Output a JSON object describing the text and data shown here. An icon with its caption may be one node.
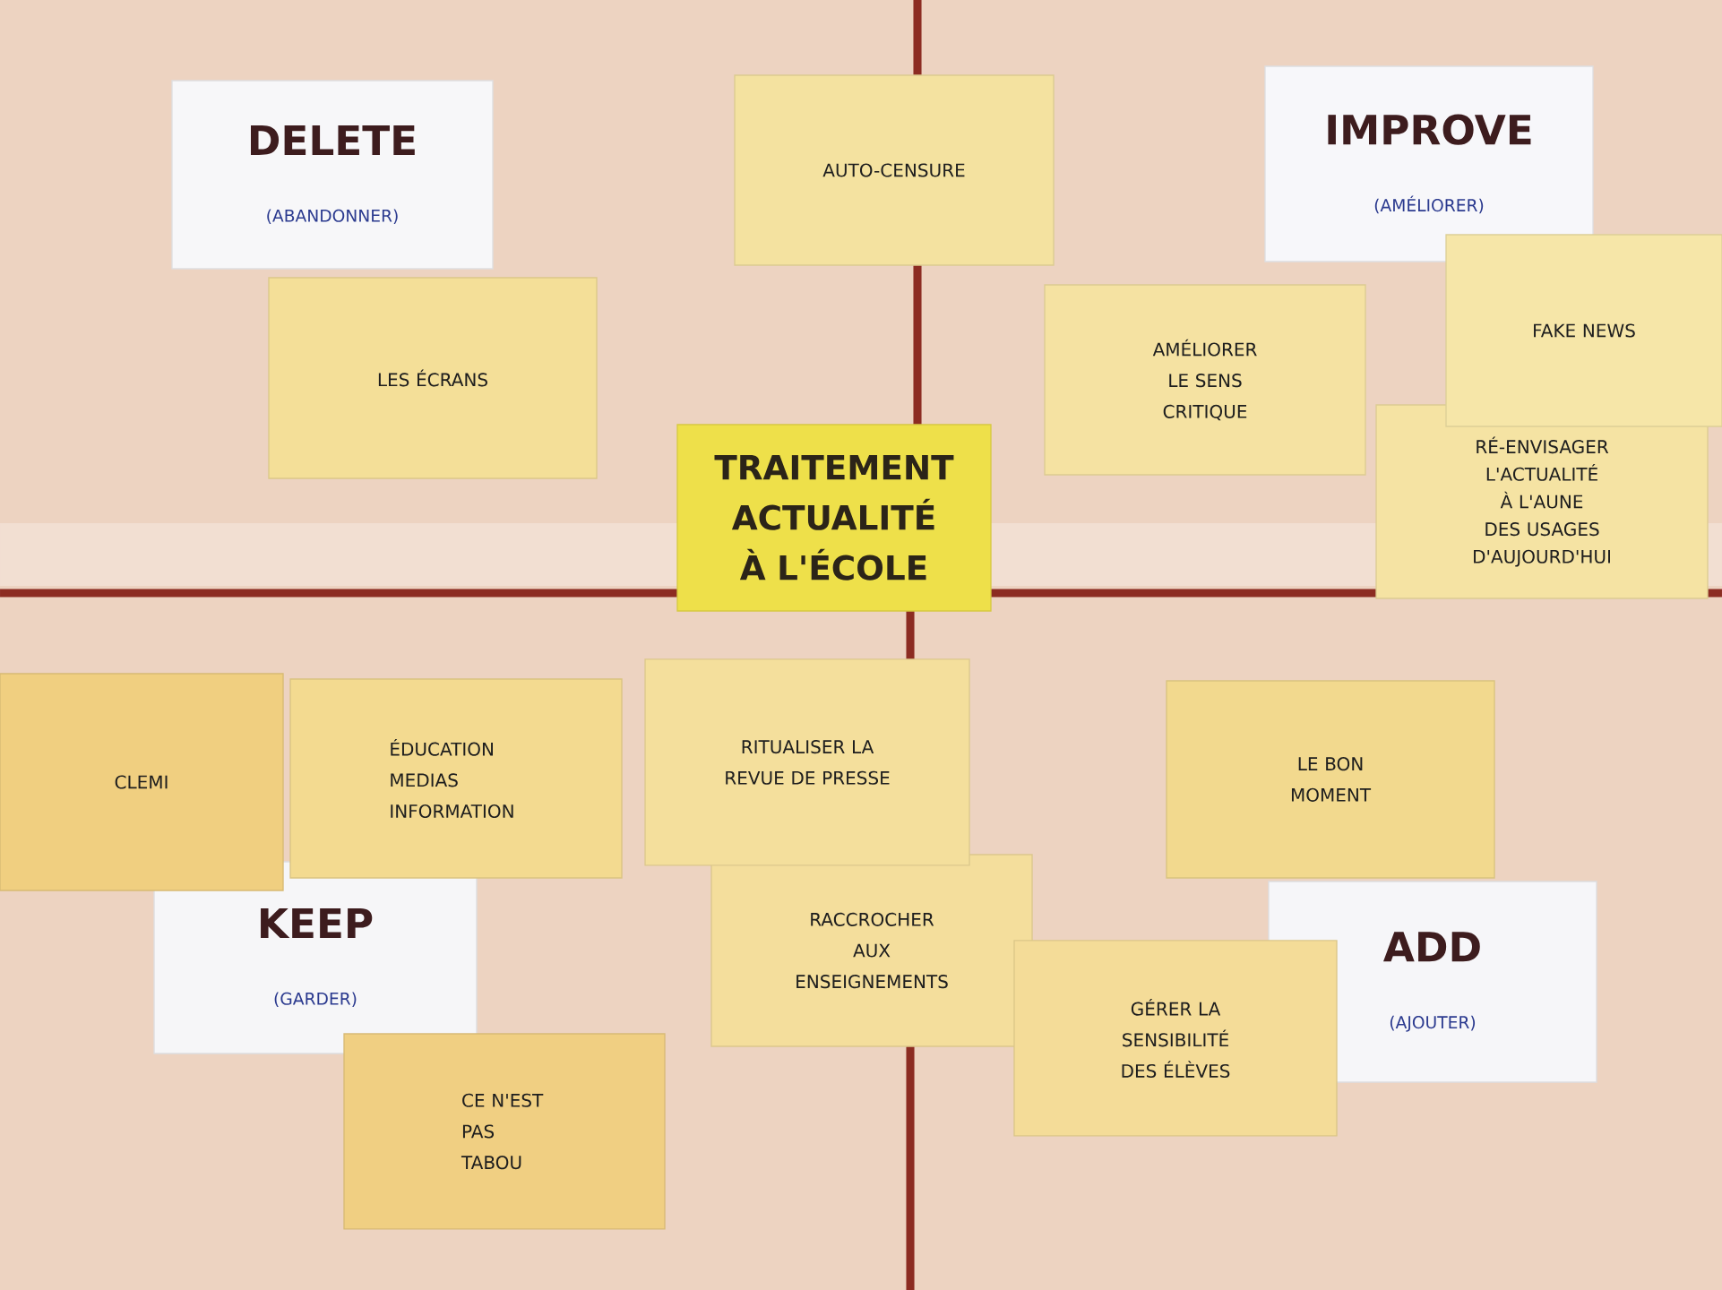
{
  "diagram": {
    "nodes": [
      {
        "text": [
          "DELETE",
          "(ABANDONNER)"
        ]
      },
      {
        "text": [
          "AUTO-CENSURE"
        ]
      },
      {
        "text": [
          "IMPROVE",
          "(AMÉLIORER)"
        ]
      },
      {
        "text": [
          "LES ÉCRANS"
        ]
      },
      {
        "text": [
          "AMÉLIORER LE SENS CRITIQUE"
        ]
      },
      {
        "text": [
          "FAKE NEWS"
        ]
      },
      {
        "text": [
          "RÉ-ENVISAGER L'ACTUALITÉ À L'AUNE DES USAGES D'AUJOURD'HUI"
        ]
      },
      {
        "text": [
          "TRAITEMENT ACTUALITÉ À L'ÉCOLE"
        ]
      },
      {
        "text": [
          "CLEMI"
        ]
      },
      {
        "text": [
          "ÉDUCATION MEDIAS INFORMATION"
        ]
      },
      {
        "text": [
          "RITUALISER LA REVUE DE PRESSE"
        ]
      },
      {
        "text": [
          "LE BON MOMENT"
        ]
      },
      {
        "text": [
          "KEEP",
          "(GARDER)"
        ]
      },
      {
        "text": [
          "RACCROCHER AUX ENSEIGNEMENTS"
        ]
      },
      {
        "text": [
          "ADD",
          "(AJOUTER)"
        ]
      },
      {
        "text": [
          "GÉRER LA SENSIBILITÉ DES ÉLÈVES"
        ]
      },
      {
        "text": [
          "CE N'EST PAS TABOU"
        ]
      }
    ]
  }
}
